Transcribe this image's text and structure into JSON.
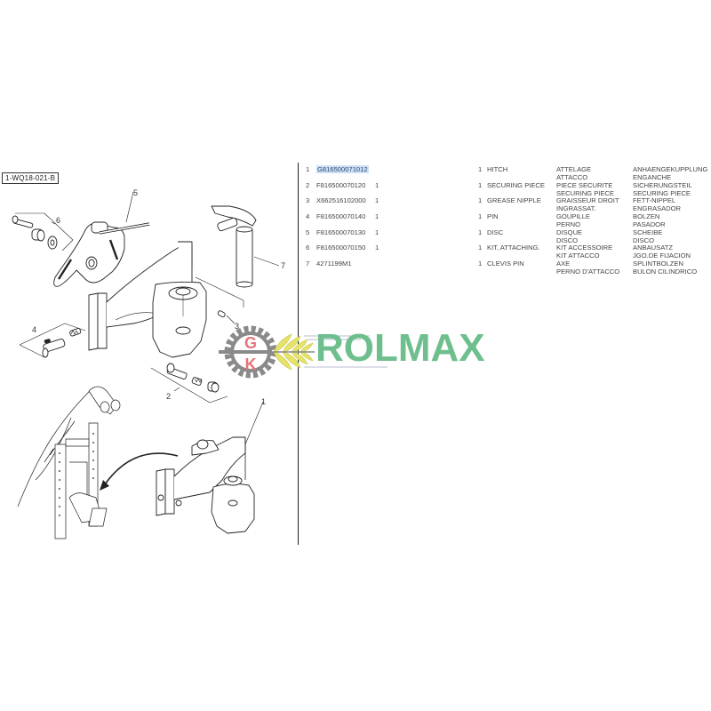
{
  "diagram": {
    "reference": "1-WQ18-021-B",
    "callouts": [
      "1",
      "2",
      "3",
      "4",
      "5",
      "6",
      "7"
    ]
  },
  "watermark": {
    "gear_letters": [
      "G",
      "K"
    ],
    "brand": "ROLMAX",
    "colors": {
      "gear": "#8a8a8a",
      "letters": "#e8737c",
      "wheat": "#e6e36a",
      "brand": "#6fbf8e"
    }
  },
  "parts": [
    {
      "idx": "1",
      "part_no": "G816500071012",
      "qty1": "",
      "qty2": "1",
      "desc": "HITCH",
      "fr": "ATTELAGE",
      "de": "ANHAENGEKUPPLUNG",
      "it": "ATTACCO",
      "es": "ENGANCHE",
      "highlighted": true
    },
    {
      "idx": "2",
      "part_no": "F816500070120",
      "qty1": "1",
      "qty2": "1",
      "desc": "SECURING PIECE",
      "fr": "PIECE SECURITE",
      "de": "SICHERUNGSTEIL",
      "it": "SECURING PIECE",
      "es": "SECURING PIECE"
    },
    {
      "idx": "3",
      "part_no": "X662516102000",
      "qty1": "1",
      "qty2": "1",
      "desc": "GREASE NIPPLE",
      "fr": "GRAISSEUR DROIT",
      "de": "FETT-NIPPEL",
      "it": "INGRASSAT.",
      "es": "ENGRASADOR"
    },
    {
      "idx": "4",
      "part_no": "F816500070140",
      "qty1": "1",
      "qty2": "1",
      "desc": "PIN",
      "fr": "GOUPILLE",
      "de": "BOLZEN",
      "it": "PERNO",
      "es": "PASADOR"
    },
    {
      "idx": "5",
      "part_no": "F816500070130",
      "qty1": "1",
      "qty2": "1",
      "desc": "DISC",
      "fr": "DISQUE",
      "de": "SCHEIBE",
      "it": "DISCO",
      "es": "DISCO"
    },
    {
      "idx": "6",
      "part_no": "F816500070150",
      "qty1": "1",
      "qty2": "1",
      "desc": "KIT, ATTACHING.",
      "fr": "KIT ACCESSOIRE",
      "de": "ANBAUSATZ",
      "it": "KIT ATTACCO",
      "es": "JGO.DE FIJACION"
    },
    {
      "idx": "7",
      "part_no": "4271199M1",
      "qty1": "",
      "qty2": "1",
      "desc": "CLEVIS PIN",
      "fr": "AXE",
      "de": "SPLINTBOLZEN",
      "it": "PERNO D'ATTACCO",
      "es": "BULON CILINDRICO"
    }
  ]
}
